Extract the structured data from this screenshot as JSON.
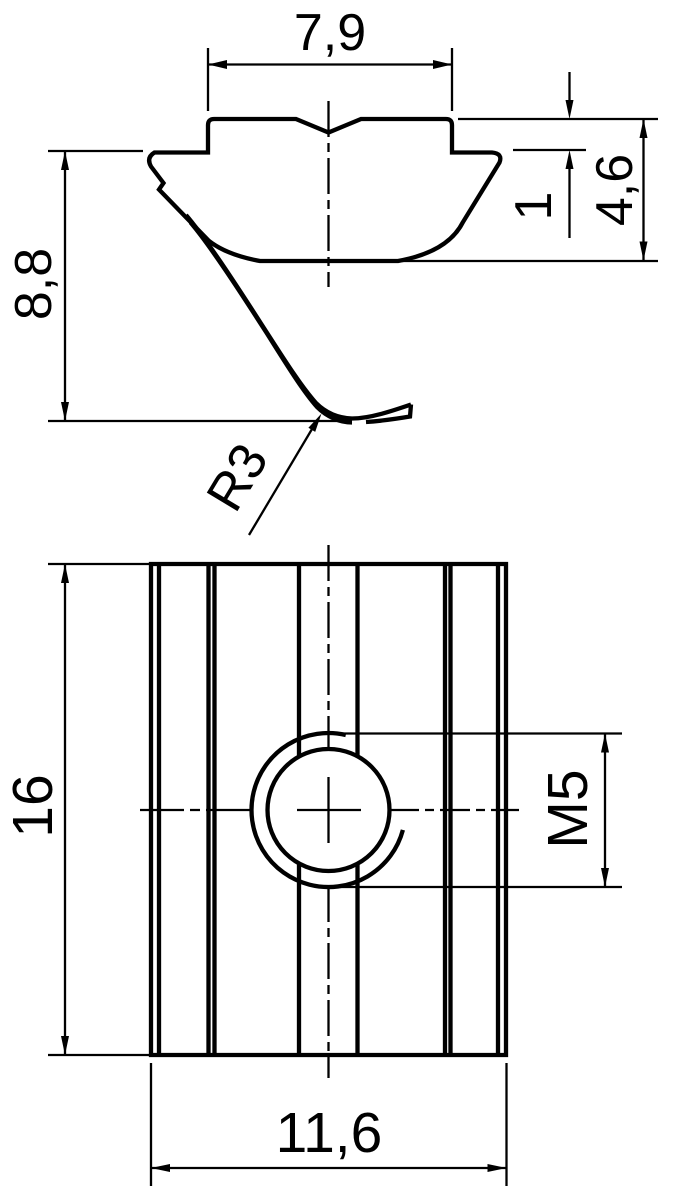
{
  "drawing": {
    "kind": "technical-drawing",
    "part": "t-slot-nut-with-spring-leaf",
    "colors": {
      "line": "#000000",
      "background": "#ffffff"
    },
    "front_view": {
      "dimensions": {
        "slot_width": "7,9",
        "lip_height": "1",
        "body_height": "4,6",
        "overall_height": "8,8",
        "spring_radius": "R3"
      }
    },
    "plan_view": {
      "dimensions": {
        "length": "16",
        "thread": "M5",
        "width": "11,6"
      }
    }
  }
}
